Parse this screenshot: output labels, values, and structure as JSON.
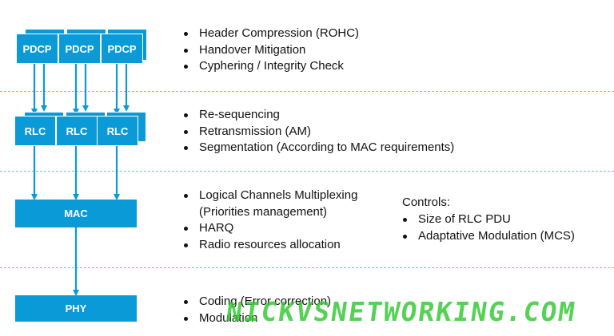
{
  "layers": {
    "pdcp_label": "PDCP",
    "rlc_label": "RLC",
    "mac_label": "MAC",
    "phy_label": "PHY"
  },
  "functions": {
    "pdcp": [
      "Header Compression (ROHC)",
      "Handover Mitigation",
      "Cyphering / Integrity Check"
    ],
    "rlc": [
      "Re-sequencing",
      "Retransmission (AM)",
      "Segmentation (According to MAC requirements)"
    ],
    "mac": [
      "Logical Channels Multiplexing",
      "(Priorities management)",
      "HARQ",
      "Radio resources allocation"
    ],
    "phy": [
      "Coding (Error correction)",
      "Modulation"
    ]
  },
  "controls": {
    "title": "Controls:",
    "items": [
      "Size of RLC PDU",
      "Adaptative Modulation (MCS)"
    ]
  },
  "watermark": "NICKVSNETWORKING.COM",
  "colors": {
    "box_fill": "#0a9ad7",
    "box_text": "#ffffff",
    "separator": "#6cc0e6",
    "arrow": "#0a9ad7",
    "watermark": "#2ec82e"
  }
}
